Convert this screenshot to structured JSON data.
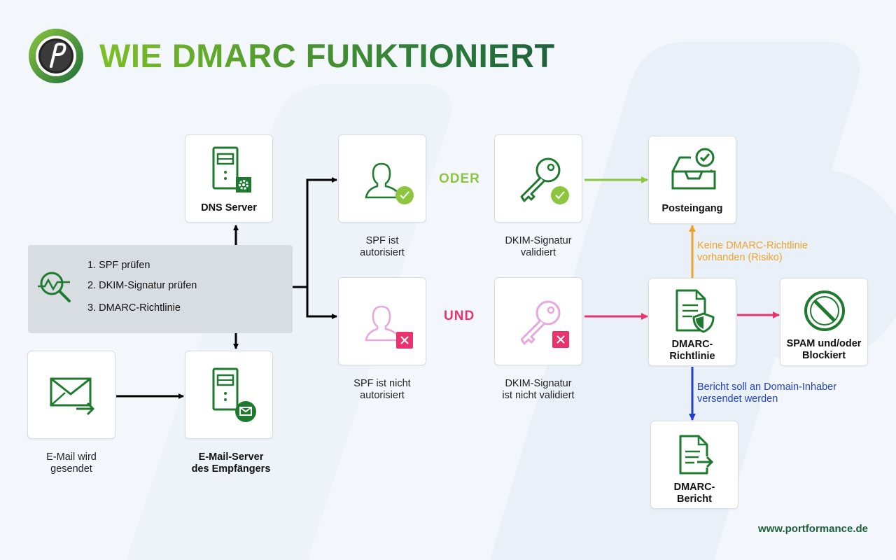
{
  "header": {
    "title": "WIE DMARC FUNKTIONIERT"
  },
  "nodes": {
    "dns_server": "DNS Server",
    "email_sent": [
      "E-Mail wird",
      "gesendet"
    ],
    "recipient_server": [
      "E-Mail-Server",
      "des Empfängers"
    ],
    "spf_ok": [
      "SPF ist",
      "autorisiert"
    ],
    "spf_fail": [
      "SPF ist nicht",
      "autorisiert"
    ],
    "dkim_ok": [
      "DKIM-Signatur",
      "validiert"
    ],
    "dkim_fail": [
      "DKIM-Signatur",
      "ist nicht validiert"
    ],
    "inbox": "Posteingang",
    "dmarc_policy": [
      "DMARC-",
      "Richtlinie"
    ],
    "spam": [
      "SPAM und/oder",
      "Blockiert"
    ],
    "dmarc_report": [
      "DMARC-",
      "Bericht"
    ]
  },
  "checks": {
    "items": [
      "1. SPF prüfen",
      "2. DKIM-Signatur prüfen",
      "3. DMARC-Richtlinie"
    ]
  },
  "connectors": {
    "or": "ODER",
    "and": "UND"
  },
  "notes": {
    "no_policy": [
      "Keine DMARC-Richtlinie",
      "vorhanden (Risiko)"
    ],
    "report": [
      "Bericht soll an Domain-Inhaber",
      "versendet werden"
    ]
  },
  "footer": {
    "url": "www.portformance.de"
  },
  "colors": {
    "green_dark": "#1e7a2e",
    "green_light": "#8cc63f",
    "pink": "#e8336d",
    "pink_light": "#e7a6dd",
    "orange": "#f0a32a",
    "blue": "#1f3fd1"
  },
  "icons": [
    "logo-icon",
    "server-gear-icon",
    "server-mail-icon",
    "envelope-send-icon",
    "magnifier-chart-icon",
    "user-check-icon",
    "user-cross-icon",
    "key-check-icon",
    "key-cross-icon",
    "inbox-check-icon",
    "document-shield-icon",
    "forbidden-icon",
    "document-arrow-icon"
  ]
}
